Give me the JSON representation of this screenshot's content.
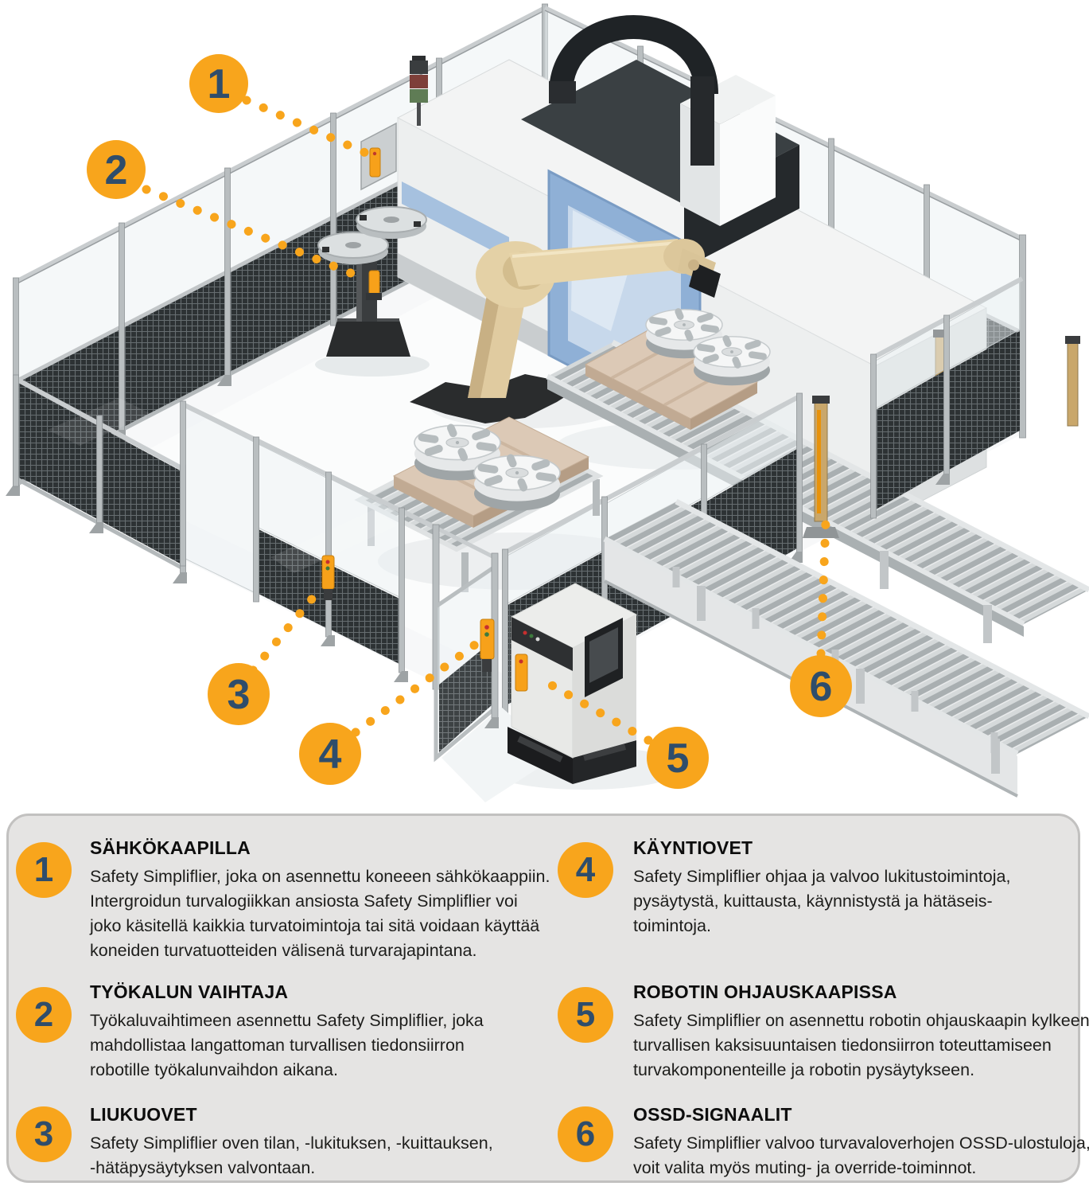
{
  "colors": {
    "accent_orange": "#F8A51C",
    "number_navy": "#2F4D6B",
    "legend_panel_bg": "#E5E4E3"
  },
  "diagram": {
    "callouts": [
      {
        "number": "1"
      },
      {
        "number": "2"
      },
      {
        "number": "3"
      },
      {
        "number": "4"
      },
      {
        "number": "5"
      },
      {
        "number": "6"
      }
    ]
  },
  "legend": {
    "items": [
      {
        "number": "1",
        "title": "SÄHKÖKAAPILLA",
        "body": "Safety Simpliflier, joka on asennettu koneeen sähkökaappiin.\nIntergroidun turvalogiikkan ansiosta Safety Simpliflier voi\njoko käsitellä kaikkia turvatoimintoja tai sitä voidaan käyttää\nkoneiden turvatuotteiden välisenä turvarajapintana."
      },
      {
        "number": "2",
        "title": "TYÖKALUN VAIHTAJA",
        "body": "Työkaluvaihtimeen asennettu Safety Simpliflier, joka\nmahdollistaa langattoman turvallisen tiedonsiirron\nrobotille työkalunvaihdon aikana."
      },
      {
        "number": "3",
        "title": "LIUKUOVET",
        "body": "Safety Simpliflier oven tilan, -lukituksen, -kuittauksen,\n-hätäpysäytyksen valvontaan."
      },
      {
        "number": "4",
        "title": "KÄYNTIOVET",
        "body": "Safety Simpliflier ohjaa ja valvoo lukitustoimintoja,\npysäytystä, kuittausta, käynnistystä ja hätäseis-\ntoimintoja."
      },
      {
        "number": "5",
        "title": "ROBOTIN OHJAUSKAAPISSA",
        "body": "Safety Simpliflier on asennettu robotin ohjauskaapin kylkeen\nturvallisen kaksisuuntaisen tiedonsiirron toteuttamiseen\nturvakomponenteille ja robotin pysäytykseen."
      },
      {
        "number": "6",
        "title": "OSSD-SIGNAALIT",
        "body": "Safety Simpliflier valvoo turvavaloverhojen OSSD-ulostuloja,\nvoit valita myös muting- ja override-toiminnot."
      }
    ]
  }
}
